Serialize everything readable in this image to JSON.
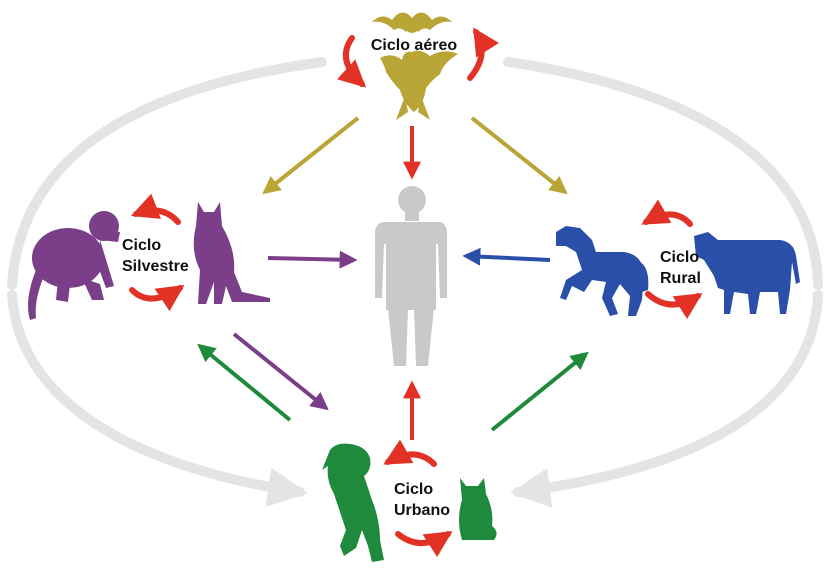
{
  "colors": {
    "outer_cycle": "#e3e4e6",
    "aerial": "#b9a436",
    "sylvatic": "#7b3f8a",
    "rural": "#2a4fa8",
    "urban": "#1f8a3c",
    "human": "#c9c9c9",
    "cycle_arrow": "#e23226"
  },
  "cycles": {
    "aerial": {
      "line1": "Ciclo aéreo",
      "icon": "bat-icon"
    },
    "sylvatic": {
      "line1": "Ciclo",
      "line2": "Silvestre",
      "icons": [
        "monkey-icon",
        "fox-icon"
      ]
    },
    "rural": {
      "line1": "Ciclo",
      "line2": "Rural",
      "icons": [
        "horse-icon",
        "cow-icon"
      ]
    },
    "urban": {
      "line1": "Ciclo",
      "line2": "Urbano",
      "icons": [
        "dog-icon",
        "cat-icon"
      ]
    }
  },
  "center": {
    "icon": "human-icon"
  }
}
